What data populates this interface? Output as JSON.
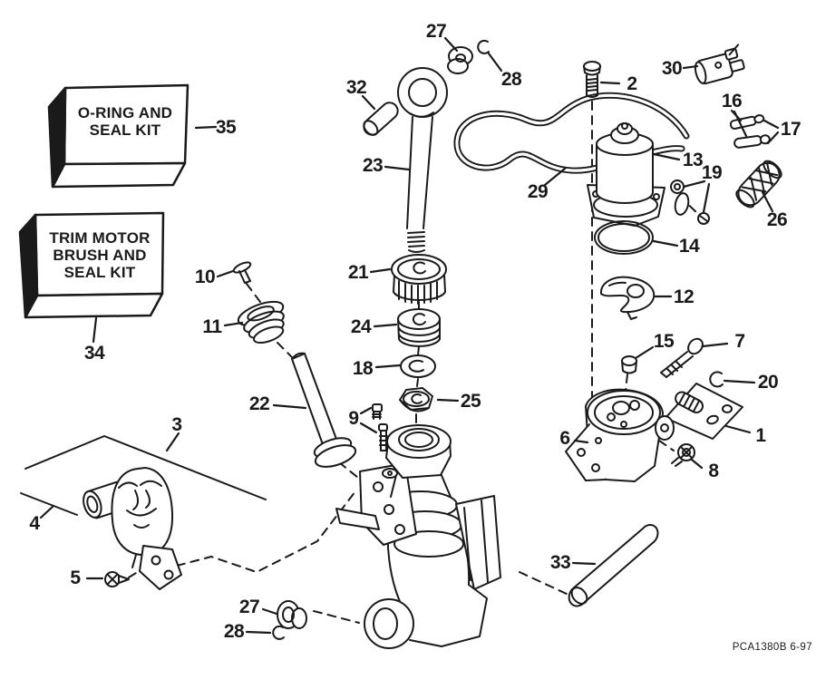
{
  "part_code": "PCA1380B  6-97",
  "colors": {
    "ink": "#1a1a1a",
    "paper": "#ffffff"
  },
  "kits": {
    "oring_box": {
      "line1": "O-RING AND",
      "line2": "SEAL KIT"
    },
    "trim_box": {
      "line1": "TRIM MOTOR",
      "line2": "BRUSH AND",
      "line3": "SEAL KIT"
    }
  },
  "callouts": {
    "c1": "1",
    "c2": "2",
    "c3": "3",
    "c4": "4",
    "c5": "5",
    "c6": "6",
    "c7": "7",
    "c8": "8",
    "c9": "9",
    "c10": "10",
    "c11": "11",
    "c12": "12",
    "c13": "13",
    "c14": "14",
    "c15": "15",
    "c16": "16",
    "c17": "17",
    "c18": "18",
    "c19": "19",
    "c20": "20",
    "c21": "21",
    "c22": "22",
    "c23": "23",
    "c24": "24",
    "c25": "25",
    "c26": "26",
    "c27_top": "27",
    "c27_bottom": "27",
    "c28_top": "28",
    "c28_bottom": "28",
    "c29": "29",
    "c30": "30",
    "c32": "32",
    "c33": "33",
    "c34": "34",
    "c35": "35"
  }
}
